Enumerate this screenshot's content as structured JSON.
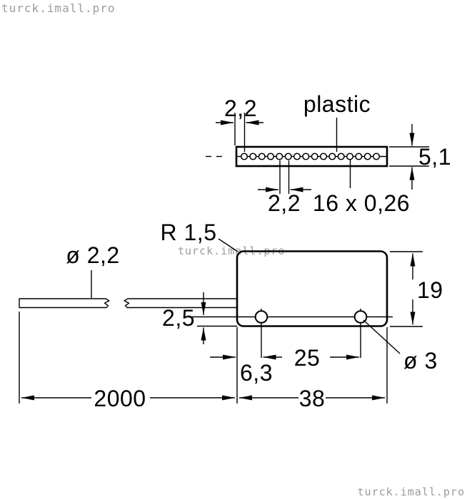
{
  "watermark": {
    "text": "turck.imall.pro",
    "color": "#9b9b9b"
  },
  "colors": {
    "housing_fill": "#c9c9c9",
    "cable_fill": "#a2a2a2",
    "hole_fill": "#ffffff",
    "line": "#000000"
  },
  "top_view": {
    "material_label": "plastic",
    "dim_edge_to_first_conductor": "2,2",
    "dim_conductor_pitch": "2,2",
    "dim_thickness": "5,1",
    "conductors_note": "16 x 0,26"
  },
  "front_view": {
    "dim_corner_radius": "R 1,5",
    "dim_cable_diameter": "ø 2,2",
    "dim_hole_center_from_bottom": "2,5",
    "dim_hole_center_from_left": "6,3",
    "dim_hole_spacing": "25",
    "dim_hole_diameter": "ø 3",
    "dim_body_height": "19",
    "dim_body_width": "38",
    "dim_cable_length": "2000"
  }
}
